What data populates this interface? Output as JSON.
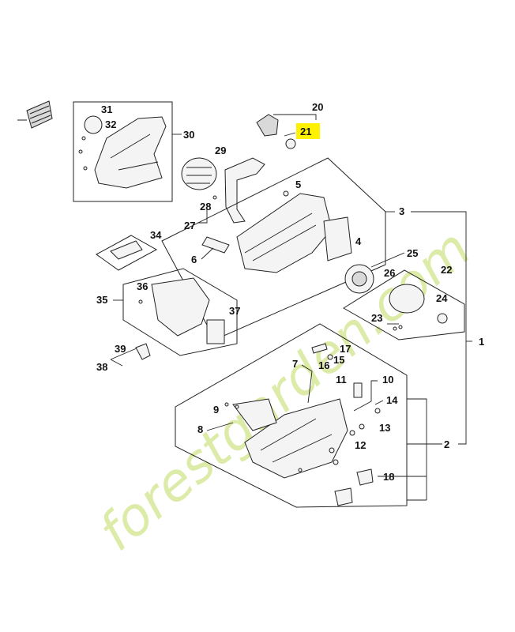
{
  "watermark": "forestgarden.com",
  "highlighted_callout": "21",
  "callouts": {
    "n1": "1",
    "n2": "2",
    "n3": "3",
    "n4": "4",
    "n5": "5",
    "n6": "6",
    "n7": "7",
    "n8": "8",
    "n9": "9",
    "n10": "10",
    "n11": "11",
    "n12": "12",
    "n13": "13",
    "n14": "14",
    "n15": "15",
    "n16": "16",
    "n17": "17",
    "n18": "18",
    "n20": "20",
    "n21": "21",
    "n22": "22",
    "n23": "23",
    "n24": "24",
    "n25": "25",
    "n26": "26",
    "n27": "27",
    "n28": "28",
    "n29": "29",
    "n30": "30",
    "n31": "31",
    "n32": "32",
    "n34": "34",
    "n35": "35",
    "n36": "36",
    "n37": "37",
    "n38": "38",
    "n39": "39"
  },
  "colors": {
    "highlight": "#fff200",
    "watermark": "#d6e89a",
    "line": "#222222"
  }
}
